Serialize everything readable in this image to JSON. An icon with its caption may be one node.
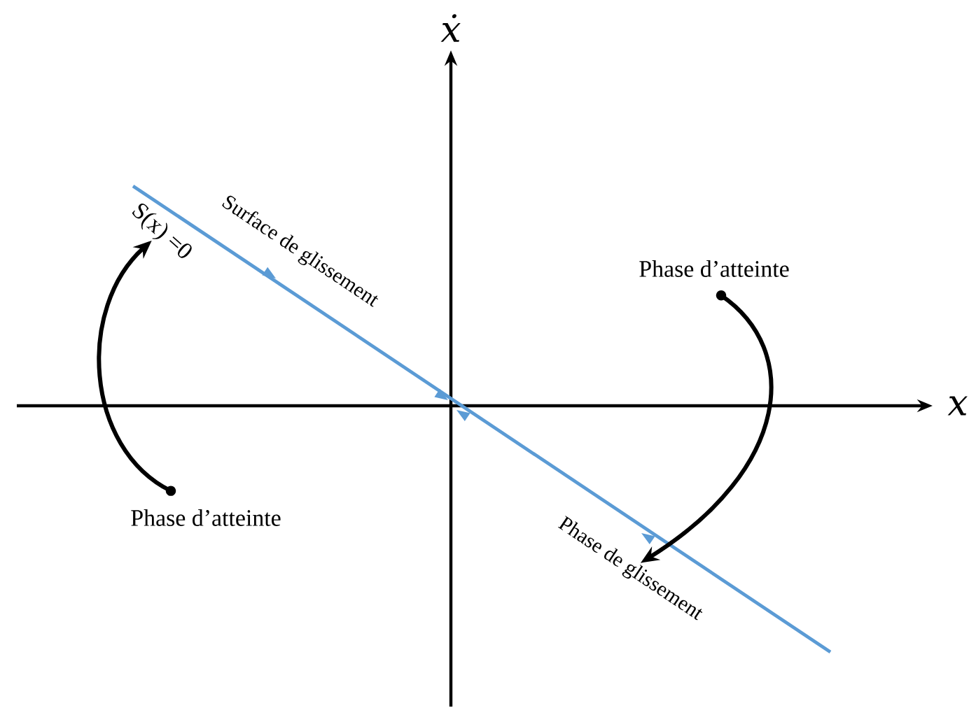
{
  "diagram": {
    "nodes": [
      {
        "text": [
          "Phase d’atteinte"
        ]
      },
      {
        "text": [
          "Phase d’atteinte"
        ]
      },
      {
        "text": [
          "S(x) =0"
        ]
      },
      {
        "text": [
          "Phase de glissement"
        ]
      }
    ],
    "edges": [
      {
        "from": 0,
        "to": 2,
        "arrow": "to"
      },
      {
        "from": 1,
        "to": 3,
        "arrow": "to"
      }
    ],
    "labels": [
      "ẋ",
      "x",
      "Surface de glissement"
    ]
  }
}
